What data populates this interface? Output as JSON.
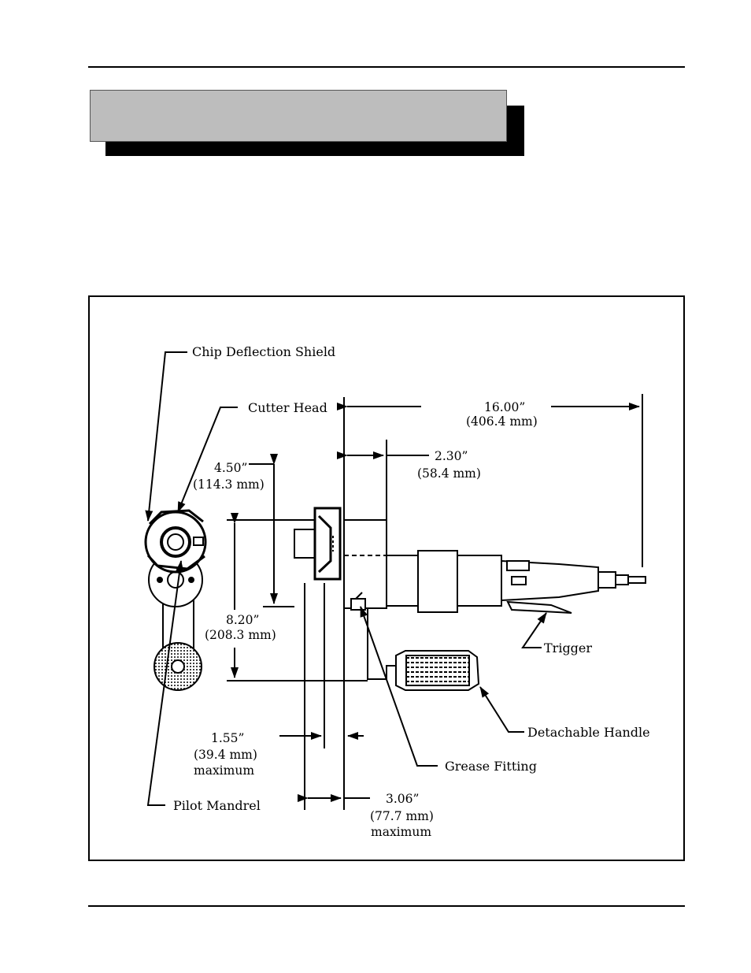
{
  "header": {
    "title": ""
  },
  "labels": {
    "chip_deflection_shield": "Chip Deflection Shield",
    "cutter_head": "Cutter Head",
    "trigger": "Trigger",
    "detachable_handle": "Detachable Handle",
    "grease_fitting": "Grease Fitting",
    "pilot_mandrel": "Pilot Mandrel"
  },
  "dimensions": {
    "overall_length": {
      "in": "16.00”",
      "mm": "(406.4 mm)"
    },
    "motor_offset": {
      "in": "2.30”",
      "mm": "(58.4 mm)"
    },
    "head_height": {
      "in": "4.50”",
      "mm": "(114.3 mm)"
    },
    "total_height": {
      "in": "8.20”",
      "mm": "(208.3 mm)"
    },
    "facing_depth": {
      "in": "1.55”",
      "mm": "(39.4 mm)",
      "note": "maximum"
    },
    "reach": {
      "in": "3.06”",
      "mm": "(77.7 mm)",
      "note": "maximum"
    }
  }
}
